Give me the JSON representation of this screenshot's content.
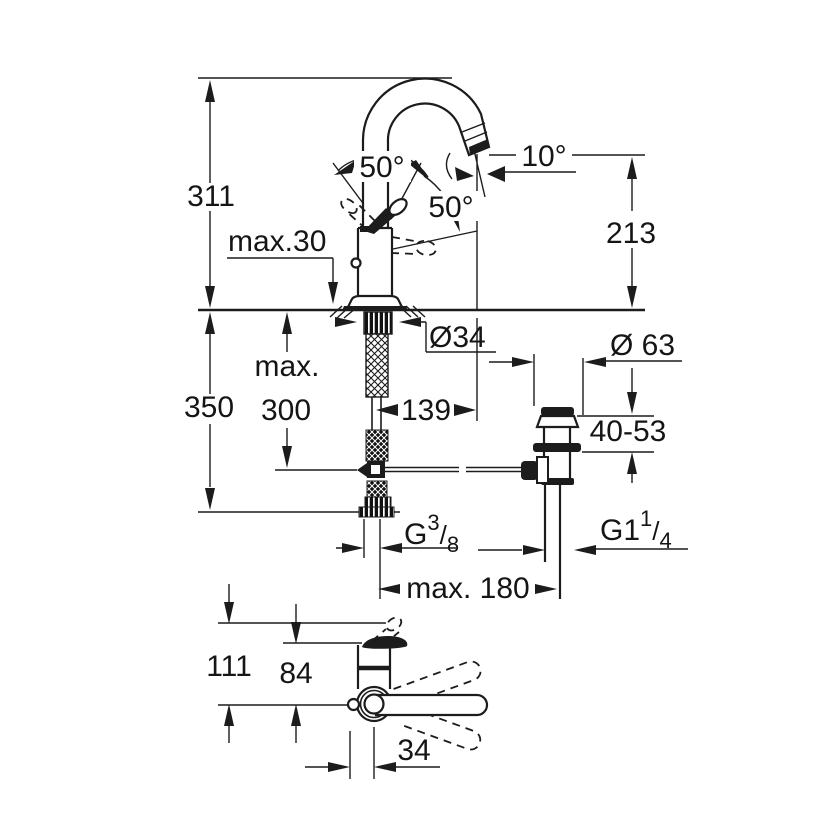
{
  "page": {
    "background": "#ffffff",
    "line_color": "#1c1c1c",
    "type": "technical-dimension-drawing",
    "subject": "single-lever basin mixer with pop-up waste"
  },
  "dimensions": {
    "total_height": "311",
    "deck_thickness_max": "max.30",
    "handle_swing_angle": "50°",
    "handle_swivel_angle": "50°",
    "spout_outlet_angle": "10°",
    "spout_outlet_height": "213",
    "below_deck_depth": "350",
    "supply_max_label": "max.",
    "supply_max_value": "300",
    "mounting_hole_diameter": "Ø34",
    "spout_projection": "139",
    "waste_flange_diameter": "Ø 63",
    "deck_mounting_range": "40-53",
    "supply_thread": {
      "prefix": "G",
      "numerator": "3",
      "slash": "/",
      "denominator": "8"
    },
    "waste_thread": {
      "prefix": "G1",
      "numerator": "1",
      "slash": "/",
      "denominator": "4"
    },
    "popup_rod_max_reach": "max. 180",
    "front_total_height": "111",
    "front_body_height": "84",
    "handle_pivot_offset": "34"
  }
}
